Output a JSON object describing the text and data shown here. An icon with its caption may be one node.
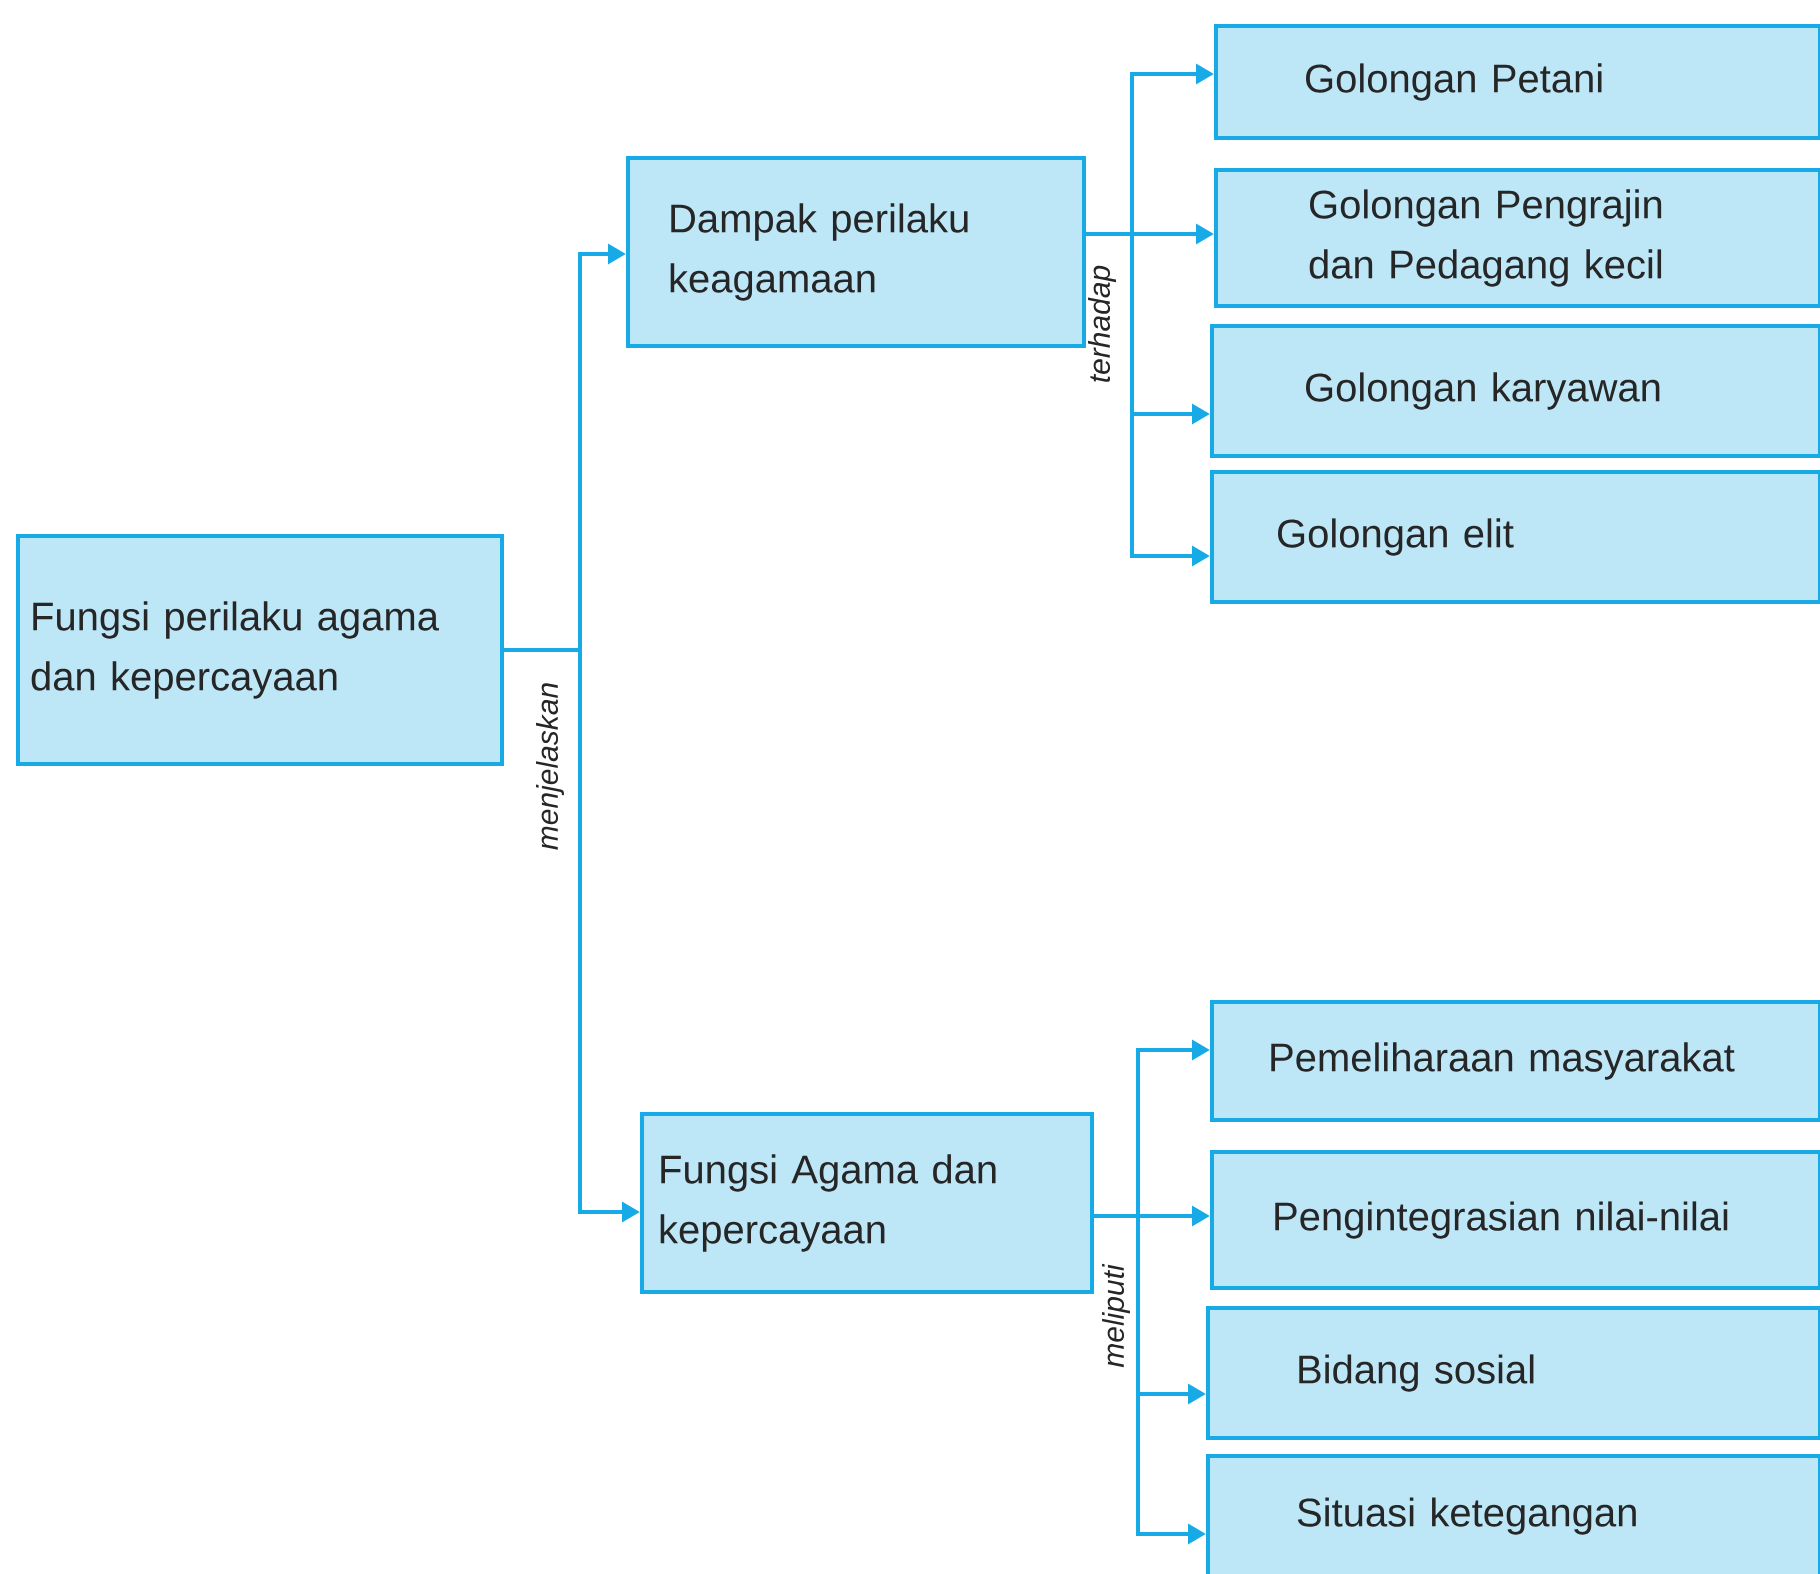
{
  "diagram": {
    "nodes": [
      {
        "text": [
          "Fungsi perilaku agama dan kepercayaan"
        ]
      },
      {
        "text": [
          "Dampak perilaku keagamaan"
        ]
      },
      {
        "text": [
          "Golongan Petani"
        ]
      },
      {
        "text": [
          "Golongan Pengrajin dan Pedagang kecil"
        ]
      },
      {
        "text": [
          "Golongan karyawan"
        ]
      },
      {
        "text": [
          "Golongan elit"
        ]
      },
      {
        "text": [
          "Fungsi Agama dan kepercayaan"
        ]
      },
      {
        "text": [
          "Pemeliharaan masyarakat"
        ]
      },
      {
        "text": [
          "Pengintegrasian nilai-nilai"
        ]
      },
      {
        "text": [
          "Bidang sosial"
        ]
      },
      {
        "text": [
          "Situasi ketegangan"
        ]
      }
    ],
    "edges": [
      {
        "from": 0,
        "to": 1,
        "arrow": "to"
      },
      {
        "from": 0,
        "to": 6,
        "arrow": "to",
        "label": "menjelaskan"
      },
      {
        "from": 1,
        "to": 2,
        "arrow": "to"
      },
      {
        "from": 1,
        "to": 3,
        "arrow": "to"
      },
      {
        "from": 1,
        "to": 4,
        "arrow": "to",
        "label": "terhadap"
      },
      {
        "from": 1,
        "to": 5,
        "arrow": "to"
      },
      {
        "from": 6,
        "to": 7,
        "arrow": "to"
      },
      {
        "from": 6,
        "to": 8,
        "arrow": "to"
      },
      {
        "from": 6,
        "to": 9,
        "arrow": "to",
        "label": "meliputi"
      },
      {
        "from": 6,
        "to": 10,
        "arrow": "to"
      }
    ]
  }
}
